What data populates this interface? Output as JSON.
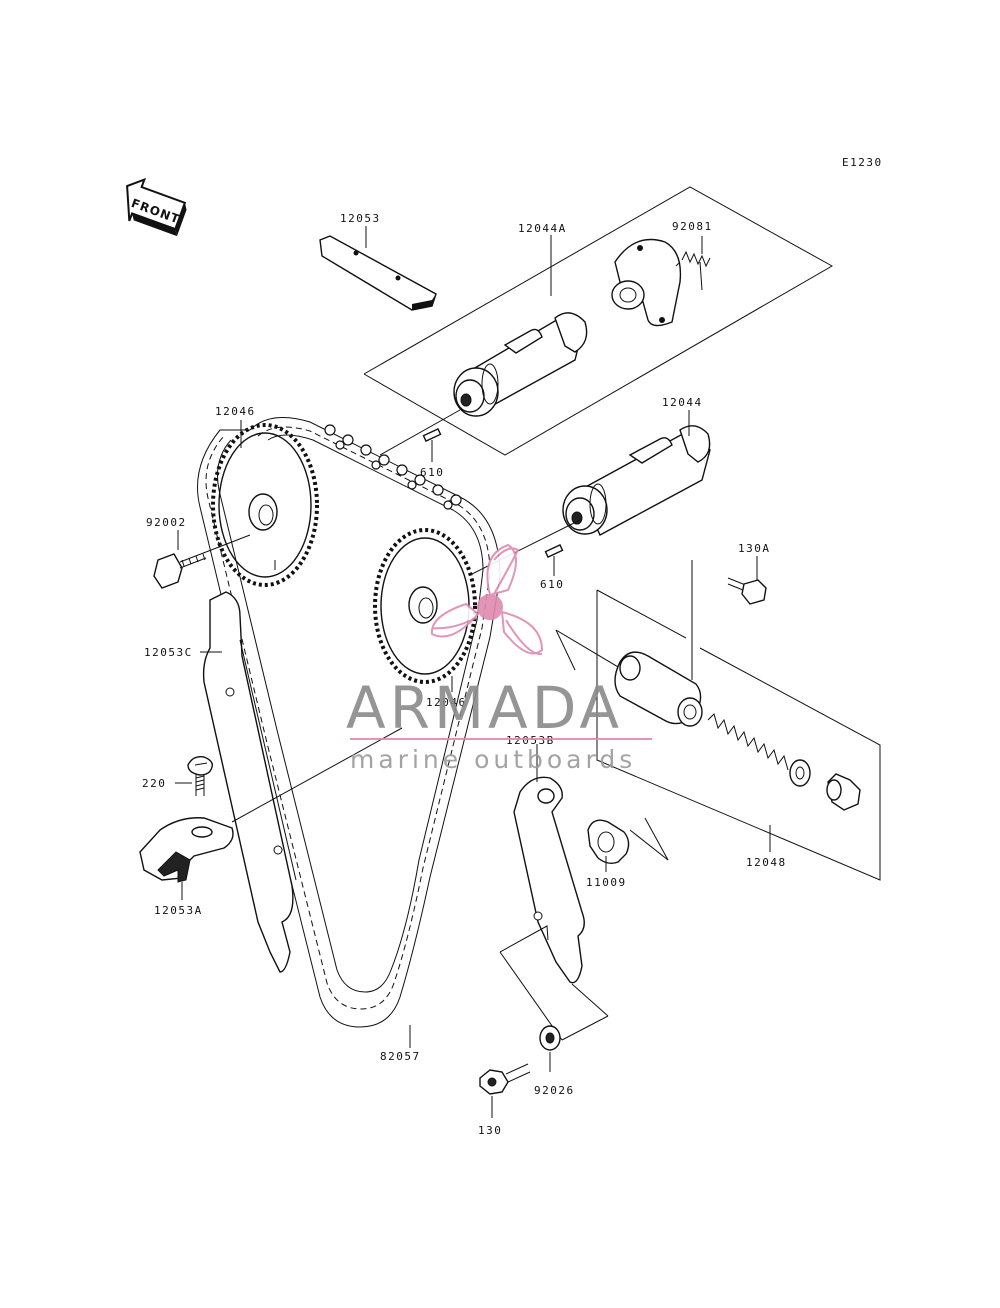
{
  "diagram_code": "E1230",
  "direction_label": "FRONT",
  "labels": {
    "p12053": "12053",
    "p12044A": "12044A",
    "p92081": "92081",
    "p12046_top": "12046",
    "p12044": "12044",
    "p610_top": "610",
    "p610_mid": "610",
    "p92002": "92002",
    "p130A": "130A",
    "p12053C": "12053C",
    "p12046_mid": "12046",
    "p12053B": "12053B",
    "p220": "220",
    "p11009": "11009",
    "p12048": "12048",
    "p12053A": "12053A",
    "p82057": "82057",
    "p92026": "92026",
    "p130": "130"
  },
  "watermark": {
    "brand": "ARMADA",
    "tagline": "marine outboards",
    "logo_color": "#e08ab0"
  }
}
